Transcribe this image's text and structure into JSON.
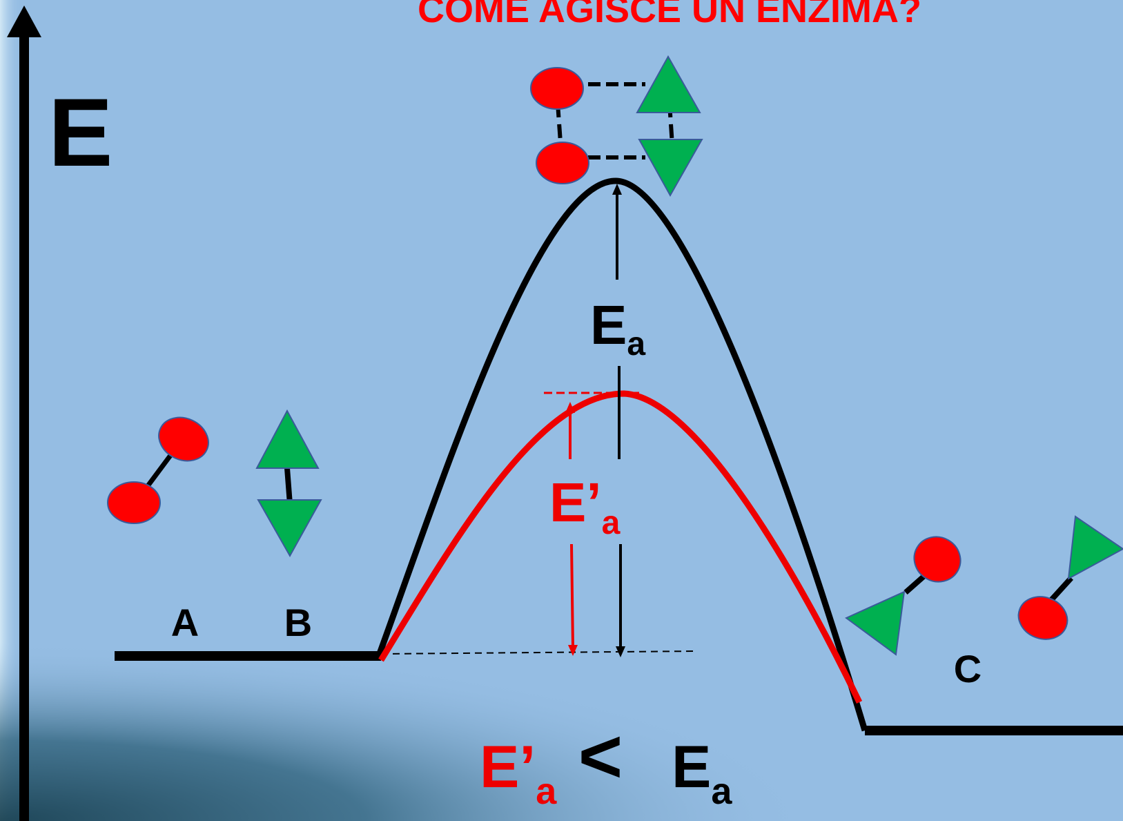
{
  "title": "COME AGISCE UN ENZIMA?",
  "axis_label": "E",
  "reactant_labels": {
    "a": "A",
    "b": "B"
  },
  "product_label": "C",
  "barrier_uncatalyzed": {
    "main": "E",
    "sub": "a"
  },
  "barrier_catalyzed": {
    "main": "E’",
    "sub": "a"
  },
  "comparison": {
    "left_main": "E’",
    "left_sub": "a",
    "operator": "<",
    "right_main": "E",
    "right_sub": "a"
  },
  "colors": {
    "background": "#95bde3",
    "uncatalyzed_curve": "#000000",
    "catalyzed_curve": "#ee0000",
    "red_molecule": "#ff0000",
    "green_molecule": "#00b050",
    "title": "#ff0000"
  }
}
